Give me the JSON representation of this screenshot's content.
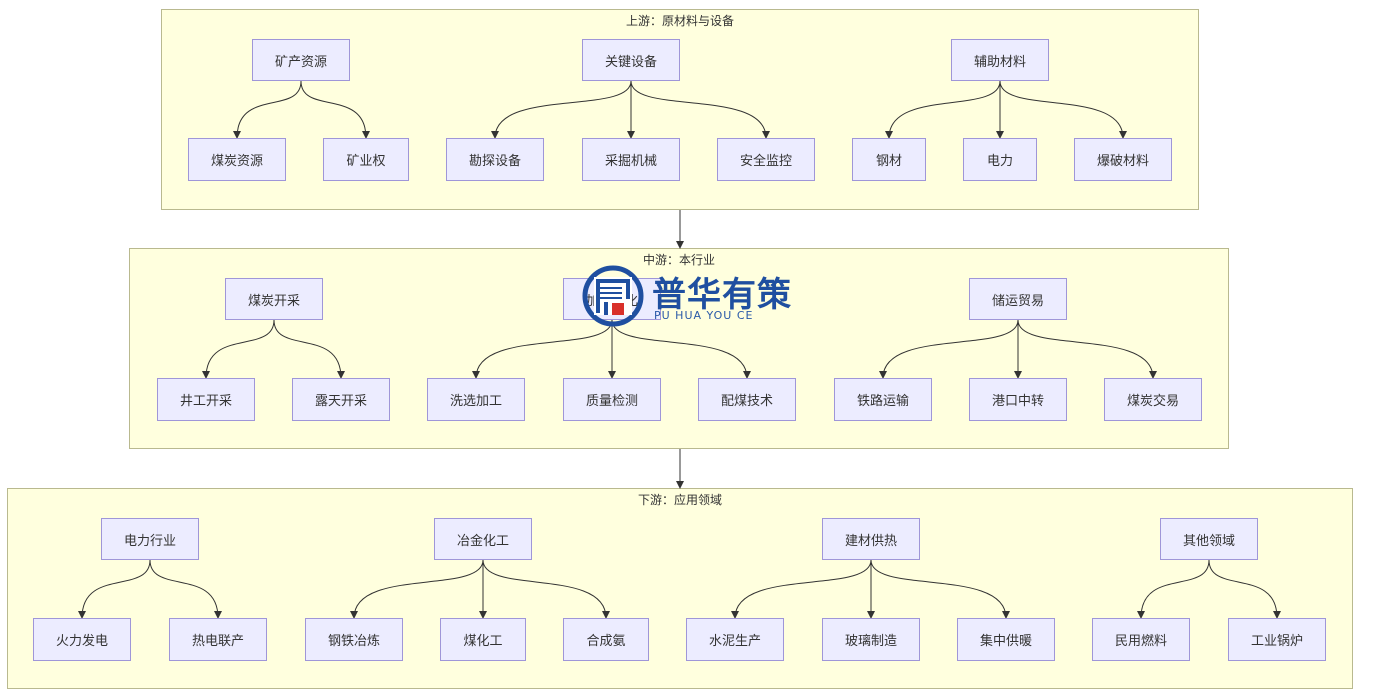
{
  "upstream": {
    "title": "上游：原材料与设备",
    "groups": [
      {
        "label": "矿产资源",
        "children": [
          "煤炭资源",
          "矿业权"
        ]
      },
      {
        "label": "关键设备",
        "children": [
          "勘探设备",
          "采掘机械",
          "安全监控"
        ]
      },
      {
        "label": "辅助材料",
        "children": [
          "钢材",
          "电力",
          "爆破材料"
        ]
      }
    ]
  },
  "midstream": {
    "title": "中游：本行业",
    "groups": [
      {
        "label": "煤炭开采",
        "children": [
          "井工开采",
          "露天开采"
        ]
      },
      {
        "label": "加工转化",
        "children": [
          "洗选加工",
          "质量检测",
          "配煤技术"
        ]
      },
      {
        "label": "储运贸易",
        "children": [
          "铁路运输",
          "港口中转",
          "煤炭交易"
        ]
      }
    ]
  },
  "downstream": {
    "title": "下游：应用领域",
    "groups": [
      {
        "label": "电力行业",
        "children": [
          "火力发电",
          "热电联产"
        ]
      },
      {
        "label": "冶金化工",
        "children": [
          "钢铁冶炼",
          "煤化工",
          "合成氨"
        ]
      },
      {
        "label": "建材供热",
        "children": [
          "水泥生产",
          "玻璃制造",
          "集中供暖"
        ]
      },
      {
        "label": "其他领域",
        "children": [
          "民用燃料",
          "工业锅炉"
        ]
      }
    ]
  },
  "watermark": {
    "name": "普华有策",
    "sub": "PU HUA YOU CE",
    "color": "#1f4fa0",
    "accent": "#d9302a"
  },
  "colors": {
    "panel_fill": "#ffffde",
    "panel_border": "#b9b98f",
    "node_fill": "#ececff",
    "node_border": "#9f96d8",
    "edge": "#333333"
  }
}
